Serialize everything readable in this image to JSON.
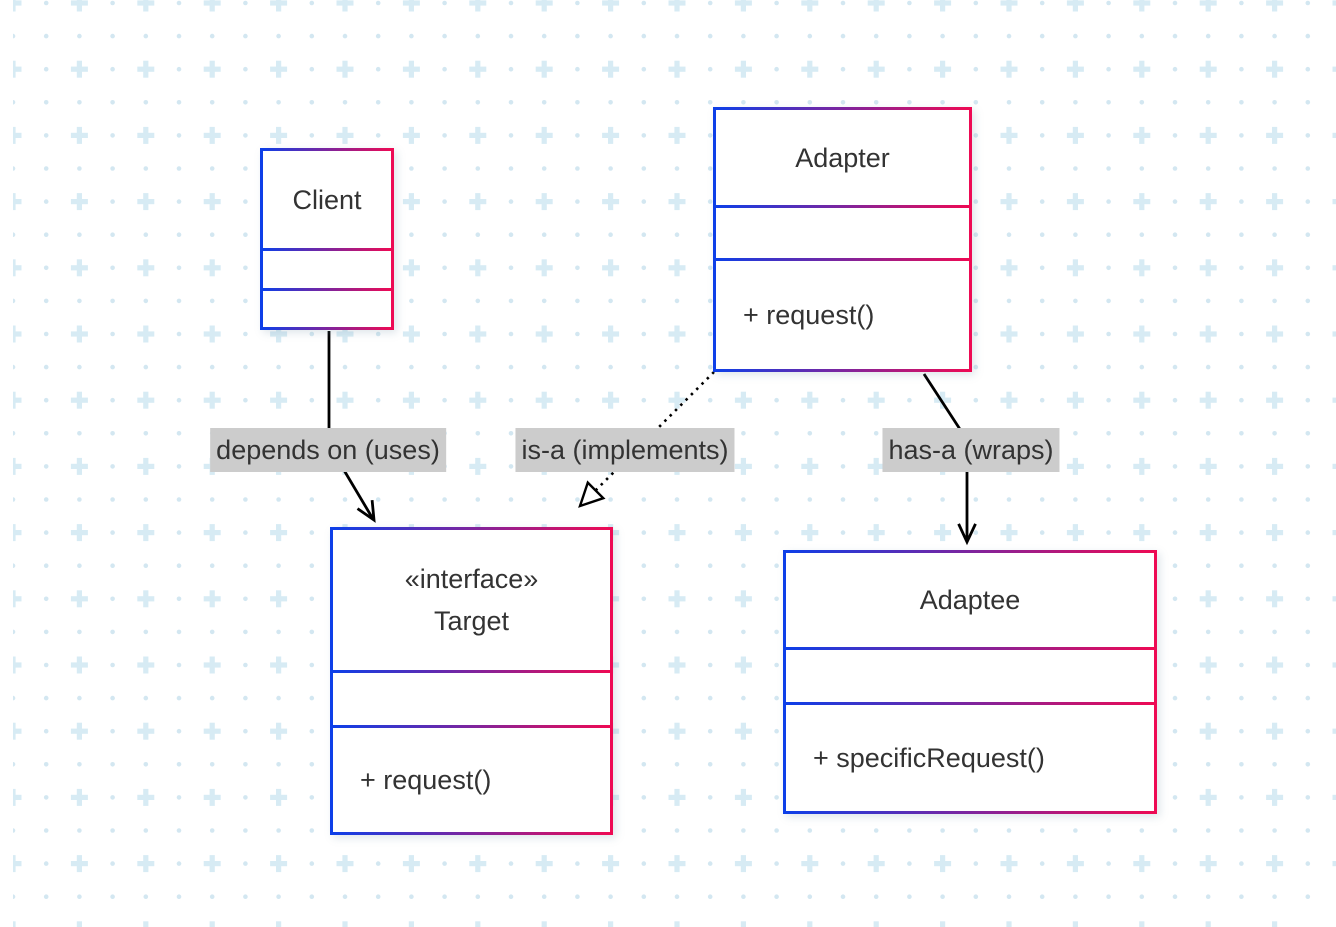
{
  "diagram": {
    "kind": "uml-class-diagram",
    "nodes": {
      "client": {
        "title": "Client",
        "stereotype": "",
        "attributes": [],
        "methods": []
      },
      "adapter": {
        "title": "Adapter",
        "stereotype": "",
        "attributes": [],
        "methods": [
          "+ request()"
        ]
      },
      "target": {
        "title": "Target",
        "stereotype": "«interface»",
        "attributes": [],
        "methods": [
          "+ request()"
        ]
      },
      "adaptee": {
        "title": "Adaptee",
        "stereotype": "",
        "attributes": [],
        "methods": [
          "+ specificRequest()"
        ]
      }
    },
    "edges": [
      {
        "from": "Client",
        "to": "Target",
        "label": "depends on (uses)",
        "line": "solid",
        "arrowhead": "open-vee"
      },
      {
        "from": "Adapter",
        "to": "Target",
        "label": "is-a (implements)",
        "line": "dotted",
        "arrowhead": "hollow-triangle"
      },
      {
        "from": "Adapter",
        "to": "Adaptee",
        "label": "has-a (wraps)",
        "line": "solid",
        "arrowhead": "open-vee"
      }
    ],
    "colors": {
      "node_border_gradient_start": "#0d3fe8",
      "node_border_gradient_end": "#ee0a54",
      "node_fill": "#ffffff",
      "edge_stroke": "#000000",
      "edge_label_background": "#cccccc",
      "text": "#333333",
      "grid_plus": "#d7ebf4",
      "grid_dot": "#d3e7f1",
      "background": "#ffffff"
    }
  }
}
